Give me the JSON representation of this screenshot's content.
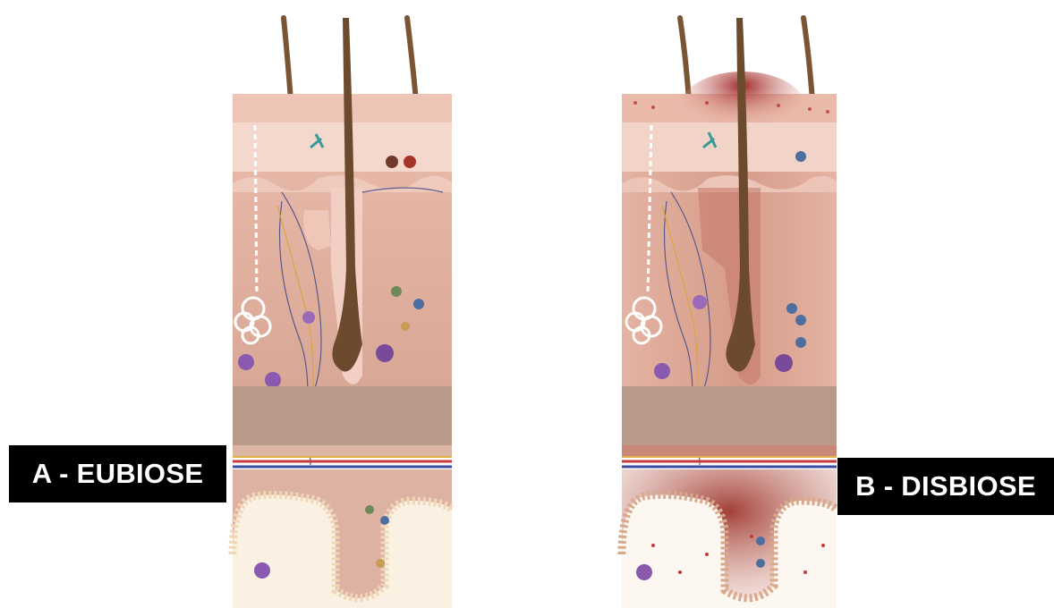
{
  "panels": [
    {
      "id": "A",
      "label": "A - EUBIOSE",
      "state": "healthy"
    },
    {
      "id": "B",
      "label": "B - DISBIOSE",
      "state": "inflamed"
    }
  ],
  "colors": {
    "skin": "#e8b8a8",
    "epidermis": "#f3d6cc",
    "dermis": "#deb0a0",
    "muscle_band": "#b8998a",
    "hair": "#6b4a2e",
    "inflammation": "#9e2a2a",
    "gut_lumen": "#fbf1e3",
    "label_bg": "#000000",
    "label_text": "#ffffff"
  }
}
